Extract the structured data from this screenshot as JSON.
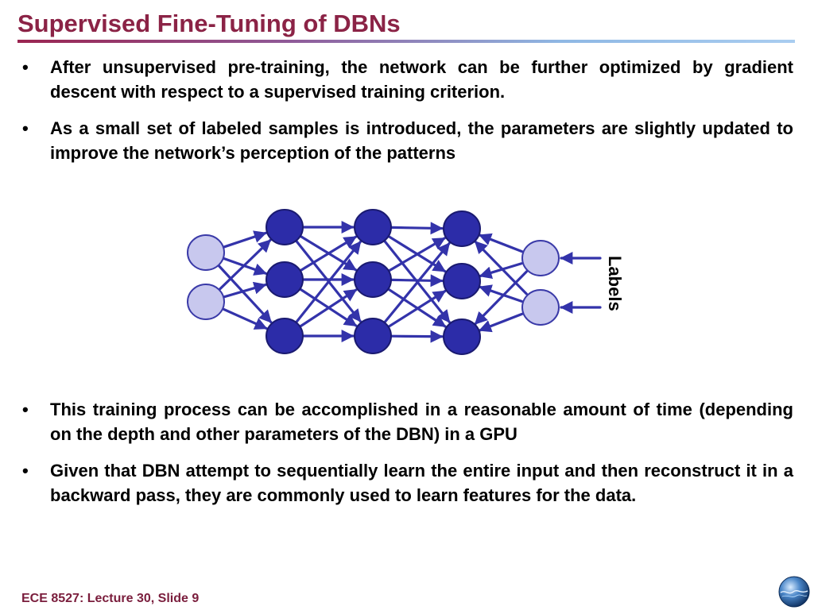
{
  "slide": {
    "title": "Supervised Fine-Tuning of DBNs",
    "bullets_top": [
      "After unsupervised pre-training, the network can be further optimized by gradient descent with respect to a supervised training criterion.",
      "As a small set of labeled samples is introduced, the parameters are slightly updated to improve the network’s perception of the patterns"
    ],
    "bullets_bottom": [
      "This training process can be accomplished in a reasonable amount of time (depending on the depth and other parameters of the DBN) in a GPU",
      "Given that DBN attempt to sequentially learn the entire input and then reconstruct it in a backward pass, they are commonly used to learn features for the data."
    ],
    "bullet_glyph": "•",
    "footer": "ECE 8527: Lecture 30, Slide 9"
  },
  "diagram": {
    "labels_text": "Labels",
    "colors": {
      "light_node_fill": "#c8c8ee",
      "light_node_stroke": "#3a3aa8",
      "dark_node_fill": "#2c2ca8",
      "dark_node_stroke": "#1a1a70",
      "edge": "#3333aa"
    }
  },
  "icons": {
    "logo": "globe-logo-icon"
  }
}
